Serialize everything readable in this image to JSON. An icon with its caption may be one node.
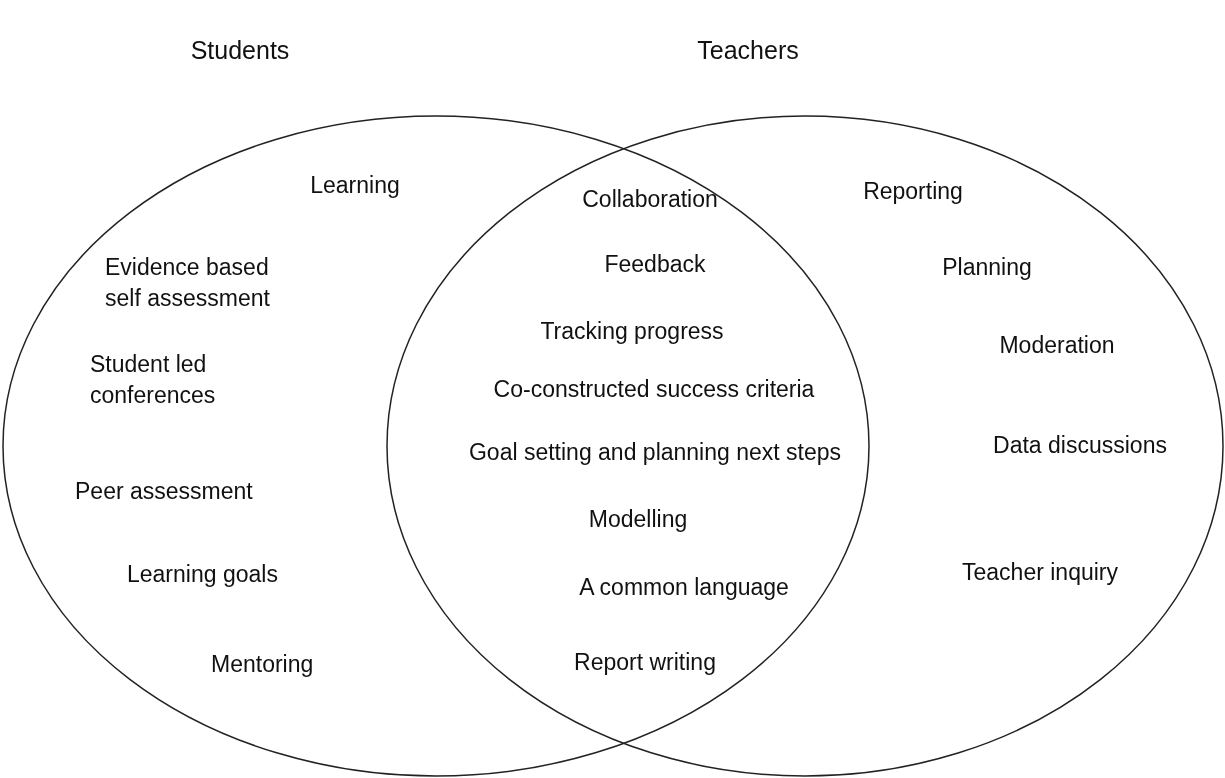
{
  "diagram": {
    "nodes": [
      {
        "text": [
          "Students"
        ]
      },
      {
        "text": [
          "Teachers"
        ]
      }
    ],
    "labels": [
      "Learning",
      "Evidence based self assessment",
      "Student led conferences",
      "Peer assessment",
      "Learning goals",
      "Mentoring",
      "Collaboration",
      "Feedback",
      "Tracking progress",
      "Co-constructed success criteria",
      "Goal setting and planning next steps",
      "Modelling",
      "A common language",
      "Report writing",
      "Reporting",
      "Planning",
      "Moderation",
      "Data discussions",
      "Teacher inquiry"
    ]
  }
}
